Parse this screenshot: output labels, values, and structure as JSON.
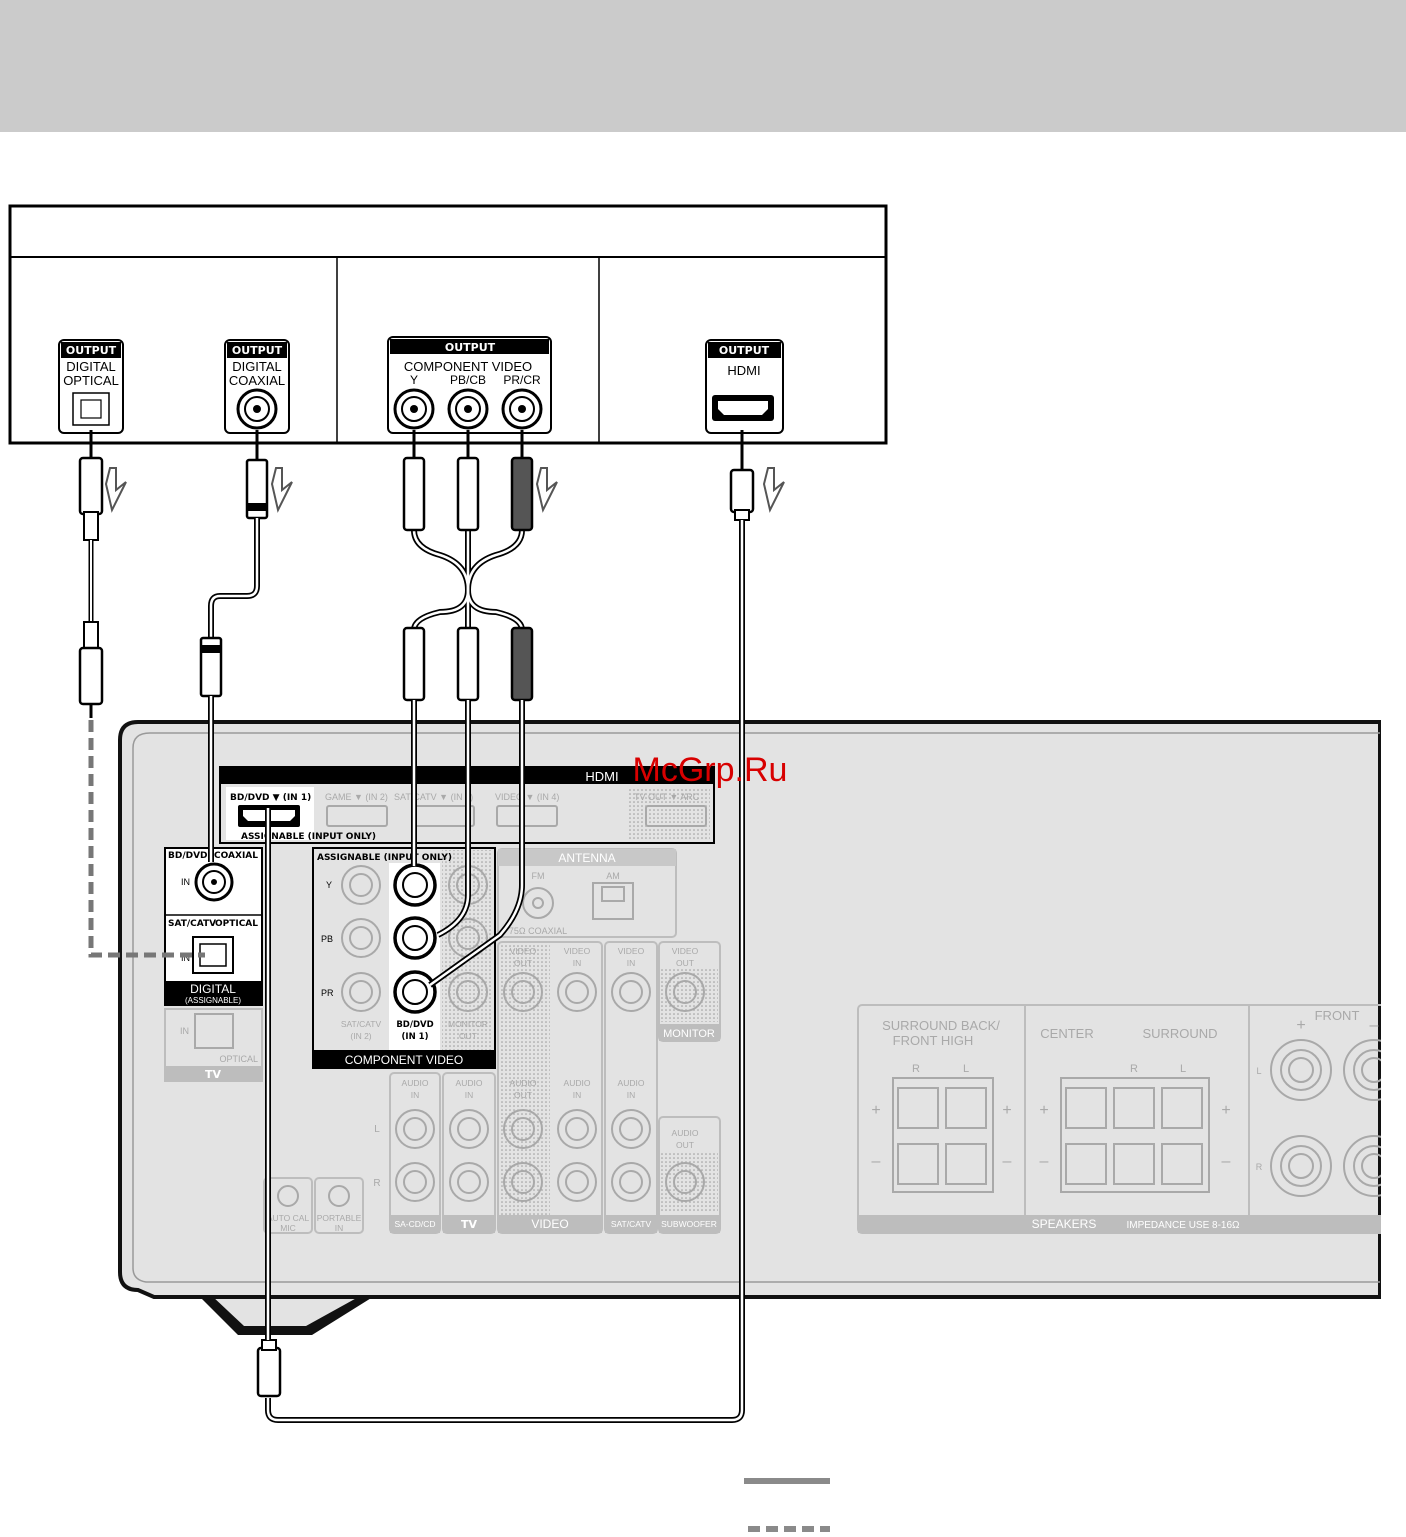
{
  "colors": {
    "header_band": "#cbcbcb",
    "panel": "#e3e3e3",
    "panel_dark": "#d2d2d2",
    "outline": "#000000",
    "faded": "#a9a9a9",
    "watermark": "#d80000"
  },
  "watermark": "McGrp.Ru",
  "source_device": {
    "optical": {
      "header": "OUTPUT",
      "line1": "DIGITAL",
      "line2": "OPTICAL"
    },
    "coaxial": {
      "header": "OUTPUT",
      "line1": "DIGITAL",
      "line2": "COAXIAL"
    },
    "component": {
      "header": "OUTPUT",
      "title": "COMPONENT VIDEO",
      "y": "Y",
      "pb": "PB/CB",
      "pr": "PR/CR"
    },
    "hdmi": {
      "header": "OUTPUT",
      "label": "HDMI"
    }
  },
  "receiver": {
    "hdmi_section": {
      "title": "HDMI",
      "bd_dvd": "BD/DVD ▼ (IN 1)",
      "assignable": "ASSIGNABLE (INPUT ONLY)",
      "game": "GAME ▼ (IN 2)",
      "sat_catv": "SAT/CATV ▼ (IN 3)",
      "video": "VIDEO ▼ (IN 4)",
      "tv_out": "TV OUT ▼ ARC"
    },
    "digital": {
      "bd_dvd": "BD/DVD",
      "coaxial": "COAXIAL",
      "in1": "IN",
      "sat_catv": "SAT/CATV",
      "optical": "OPTICAL",
      "in2": "IN",
      "title": "DIGITAL",
      "subtitle": "(ASSIGNABLE)"
    },
    "tv_optical": {
      "in": "IN",
      "optical": "OPTICAL",
      "title": "TV"
    },
    "component_video": {
      "assignable": "ASSIGNABLE (INPUT ONLY)",
      "y": "Y",
      "pb": "PB",
      "pr": "PR",
      "sat_catv": "SAT/CATV",
      "in2": "(IN 2)",
      "bd_dvd": "BD/DVD",
      "in1": "(IN 1)",
      "monitor": "MONITOR",
      "out": "OUT",
      "title": "COMPONENT VIDEO"
    },
    "antenna": {
      "title": "ANTENNA",
      "fm": "FM",
      "am": "AM",
      "coaxial": "75Ω COAXIAL"
    },
    "video_jacks": {
      "video": "VIDEO",
      "out": "OUT",
      "in": "IN",
      "monitor": "MONITOR",
      "video_group": "VIDEO",
      "sat_catv": "SAT/CATV"
    },
    "audio_jacks": {
      "audio": "AUDIO",
      "in": "IN",
      "out": "OUT",
      "l": "L",
      "r": "R",
      "sa_cd": "SA-CD/CD",
      "tv": "TV",
      "video": "VIDEO",
      "sat_catv": "SAT/CATV",
      "subwoofer": "SUBWOOFER"
    },
    "front_jacks": {
      "auto_cal_1": "AUTO CAL",
      "auto_cal_2": "MIC",
      "portable_1": "PORTABLE",
      "portable_2": "IN"
    },
    "speakers": {
      "surround_back_1": "SURROUND BACK/",
      "surround_back_2": "FRONT HIGH",
      "center": "CENTER",
      "surround": "SURROUND",
      "front": "FRONT",
      "r": "R",
      "l": "L",
      "plus": "+",
      "minus": "–",
      "title": "SPEAKERS",
      "impedance": "IMPEDANCE USE 8-16Ω"
    }
  }
}
